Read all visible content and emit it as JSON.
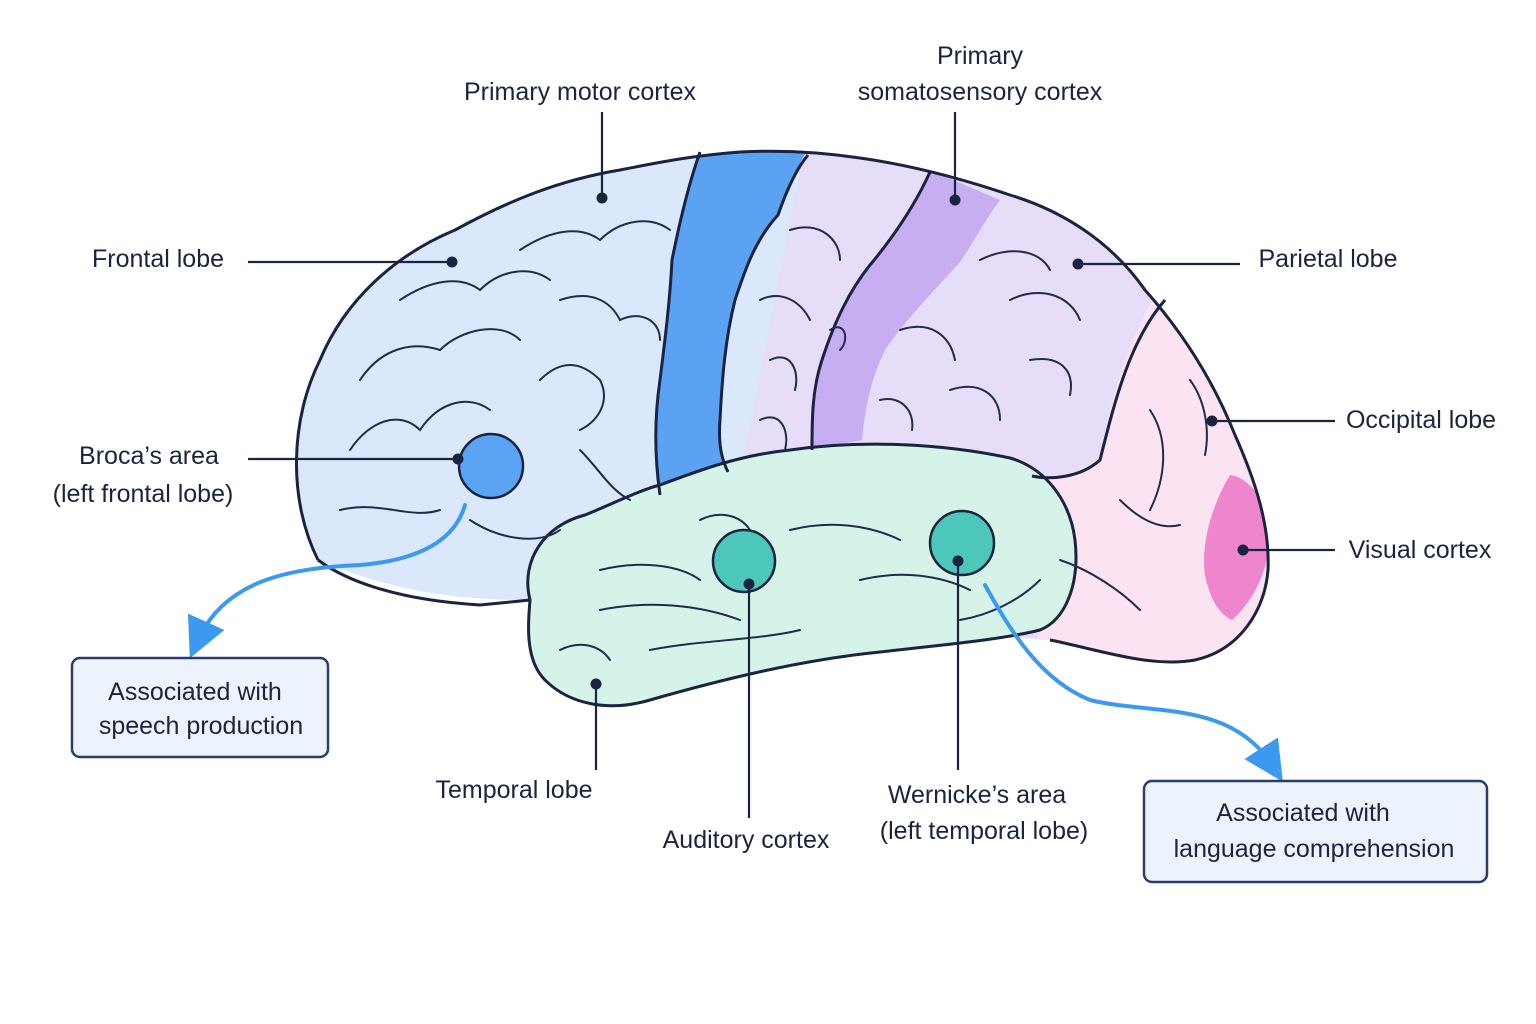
{
  "labels": {
    "primary_motor_cortex": "Primary motor cortex",
    "primary_somatosensory_cortex_line1": "Primary",
    "primary_somatosensory_cortex_line2": "somatosensory cortex",
    "frontal_lobe": "Frontal lobe",
    "parietal_lobe": "Parietal lobe",
    "occipital_lobe": "Occipital lobe",
    "visual_cortex": "Visual cortex",
    "brocas_area_line1": "Broca’s area",
    "brocas_area_line2": "(left frontal lobe)",
    "temporal_lobe": "Temporal lobe",
    "auditory_cortex": "Auditory cortex",
    "wernickes_area_line1": "Wernicke’s area",
    "wernickes_area_line2": "(left temporal lobe)"
  },
  "notes": {
    "broca_line1": "Associated with",
    "broca_line2": "speech production",
    "wernicke_line1": "Associated with",
    "wernicke_line2": "language comprehension"
  },
  "colors": {
    "frontal": "#dbe8fb",
    "motor": "#5ba2f2",
    "parietal": "#e6ddf8",
    "somatosensory": "#c7aef2",
    "occipital": "#fbe3f1",
    "visual": "#ee85cd",
    "temporal": "#d6f3ea",
    "broca": "#5aa4f3",
    "auditory_wernicke": "#4ec7bb",
    "arrow": "#3b9af0"
  }
}
